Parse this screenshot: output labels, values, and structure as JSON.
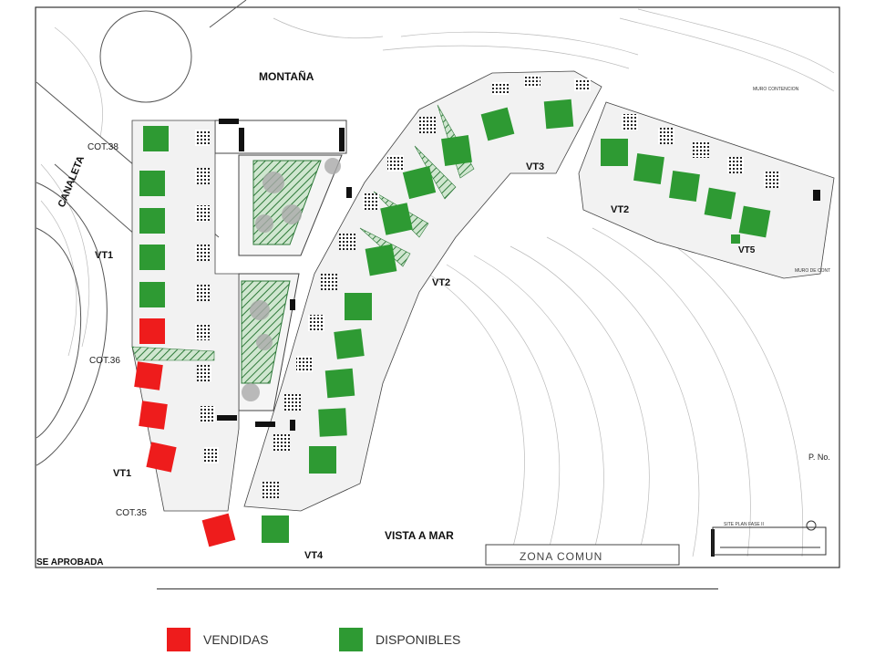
{
  "labels": {
    "montana": "MONTAÑA",
    "canaleta": "CANALETA",
    "vt1_top": "VT1",
    "vt1_bottom": "VT1",
    "cot38": "COT.38",
    "cot36": "COT.36",
    "cot35": "COT.35",
    "vt2_mid": "VT2",
    "vt2_right": "VT2",
    "vt3": "VT3",
    "vt4": "VT4",
    "vt5": "VT5",
    "vista_mar": "VISTA A MAR",
    "zona_comun": "ZONA COMUN",
    "se_aprobada": "SE APROBADA",
    "p_no": "P. No.",
    "muro_contencion": "MURO CONTENCION",
    "muro_de_cont": "MURO DE CONT",
    "site_plan": "SITE PLAN FASE II"
  },
  "legend": {
    "sold_label": "VENDIDAS",
    "available_label": "DISPONIBLES"
  },
  "colors": {
    "sold": "#ee1c1c",
    "available": "#2e9a33",
    "hatch": "#2f7a3a",
    "line": "#555555"
  },
  "lots": [
    {
      "id": "VT1.1",
      "status": "available"
    },
    {
      "id": "VT1.2",
      "status": "available"
    },
    {
      "id": "VT1.3",
      "status": "available"
    },
    {
      "id": "VT1.4",
      "status": "available"
    },
    {
      "id": "VT1.5",
      "status": "available"
    },
    {
      "id": "VT1.6",
      "status": "sold"
    },
    {
      "id": "VT1.7",
      "status": "sold"
    },
    {
      "id": "VT1.8",
      "status": "sold"
    },
    {
      "id": "VT1.9",
      "status": "sold"
    },
    {
      "id": "VT5.1",
      "status": "sold"
    },
    {
      "id": "VT5.2",
      "status": "available"
    },
    {
      "id": "VT2.1",
      "status": "available"
    },
    {
      "id": "VT2.2",
      "status": "available"
    },
    {
      "id": "VT2.3",
      "status": "available"
    },
    {
      "id": "VT2.4",
      "status": "available"
    },
    {
      "id": "VT2.5",
      "status": "available"
    },
    {
      "id": "VT2.6",
      "status": "available"
    },
    {
      "id": "VT2.7",
      "status": "available"
    },
    {
      "id": "VT2.8",
      "status": "available"
    },
    {
      "id": "VT2.9",
      "status": "available"
    },
    {
      "id": "VT2.10",
      "status": "available"
    },
    {
      "id": "VT3.1",
      "status": "available"
    },
    {
      "id": "VT3.2",
      "status": "available"
    },
    {
      "id": "VT2.11",
      "status": "available"
    },
    {
      "id": "VT2.12",
      "status": "available"
    },
    {
      "id": "VT2.13",
      "status": "available"
    },
    {
      "id": "VT2.14",
      "status": "available"
    },
    {
      "id": "VT5",
      "status": "available"
    }
  ]
}
